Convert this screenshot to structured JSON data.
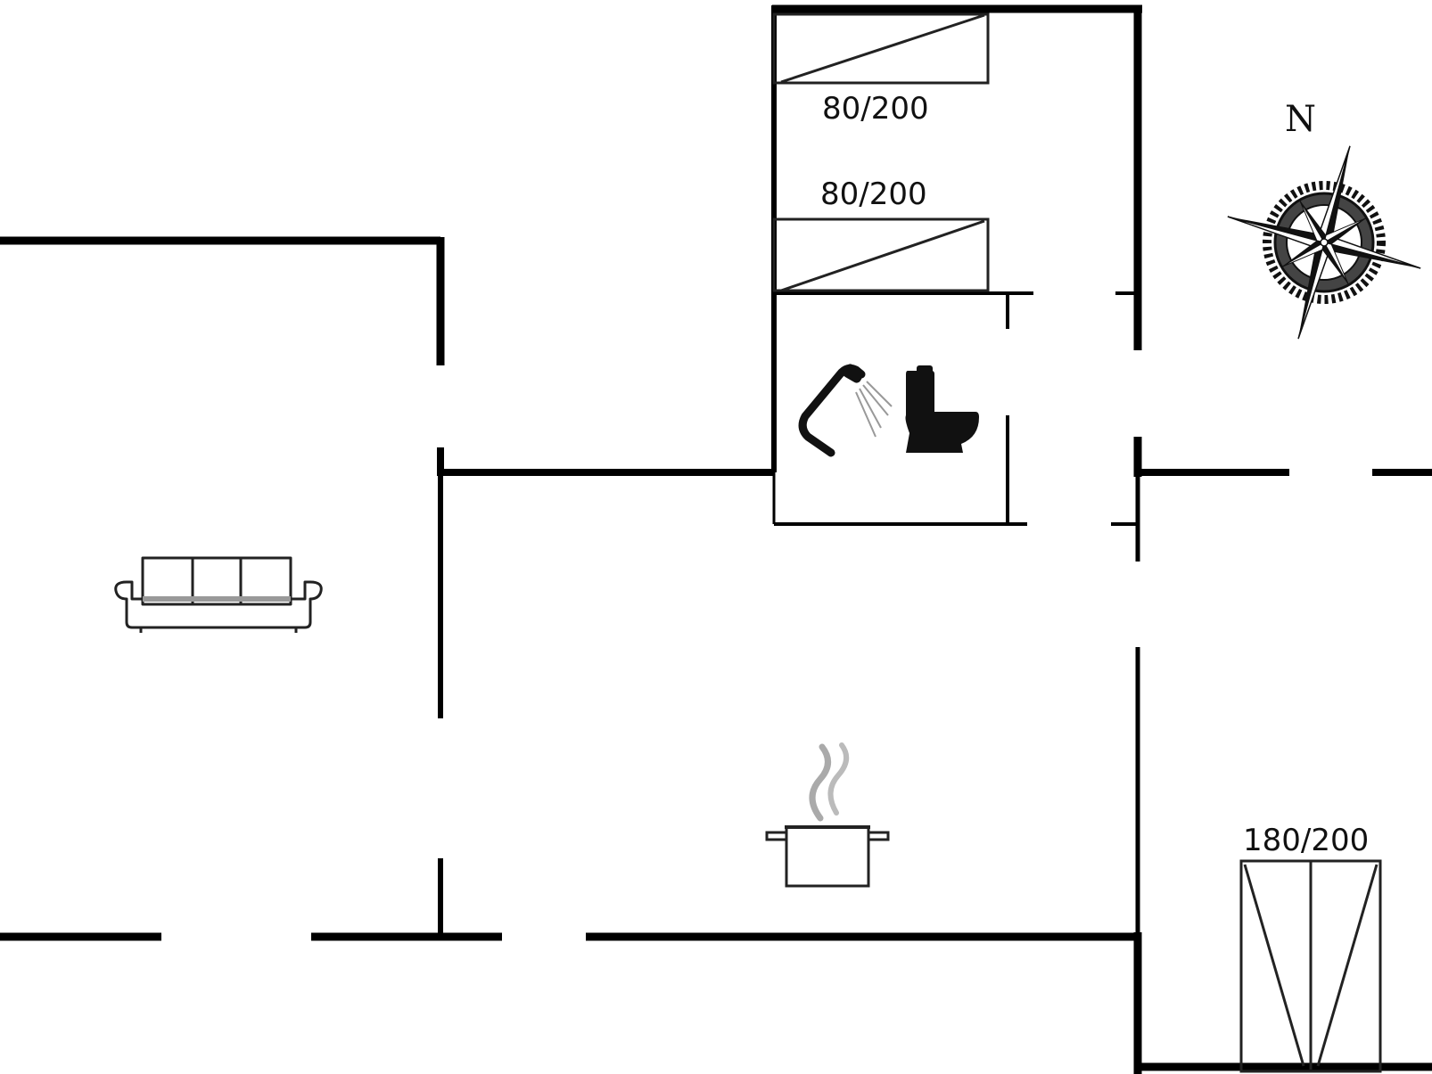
{
  "floorplan": {
    "compass": {
      "label": "N",
      "icon": "compass-rose-icon"
    },
    "beds": [
      {
        "id": "bed-1",
        "size_label": "80/200",
        "kind": "single"
      },
      {
        "id": "bed-2",
        "size_label": "80/200",
        "kind": "single"
      },
      {
        "id": "bed-3",
        "size_label": "180/200",
        "kind": "double"
      }
    ],
    "fixtures": [
      {
        "id": "sofa",
        "icon": "sofa-icon"
      },
      {
        "id": "shower",
        "icon": "shower-icon"
      },
      {
        "id": "toilet",
        "icon": "toilet-icon"
      },
      {
        "id": "kitchen",
        "icon": "cooking-pot-icon"
      }
    ],
    "colors": {
      "wall": "#000000",
      "fixture": "#111111",
      "steam": "#b5b5b5",
      "background": "#ffffff"
    }
  }
}
